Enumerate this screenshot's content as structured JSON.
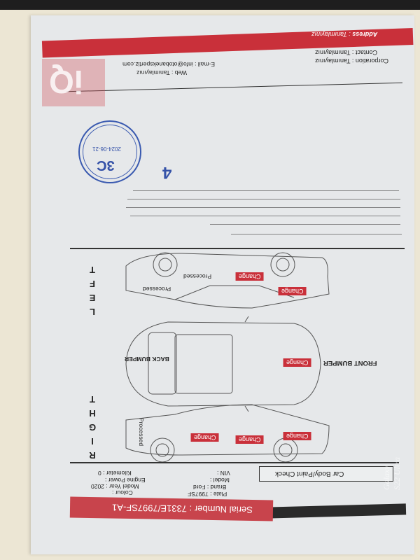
{
  "header": {
    "address_label": "Address",
    "address_value": "Tanımlayınız",
    "corporation_label": "Corporation",
    "corporation_value": "Tanımlayınız",
    "contact_label": "Contact",
    "contact_value": "Tanımlayınız",
    "web_label": "Web",
    "web_value": "Tanımlayınız",
    "email_label": "E-mail",
    "email_value": "info@otobanekspertiz.com",
    "separator": ":"
  },
  "logo": {
    "text": "iQ",
    "color": "#d2505a"
  },
  "stamp": {
    "code": "3C",
    "date": "2024-06-21",
    "number": "4"
  },
  "diagram": {
    "left_label": [
      "L",
      "E",
      "F",
      "T"
    ],
    "right_label": [
      "R",
      "I",
      "G",
      "H",
      "T"
    ],
    "front_bumper": "FRONT BUMPER",
    "back_bumper": "BACK BUMPER",
    "change_label": "Change",
    "processed_label": "Processed"
  },
  "section_title": "Car Body/Paint Check",
  "vehicle": {
    "plate_label": "Plate",
    "plate": "7997SF",
    "brand_label": "Brand",
    "brand": "Ford",
    "model_label": "Model",
    "model": "",
    "vin_label": "VIN",
    "vin": "",
    "colour_label": "Colour",
    "colour": "",
    "model_year_label": "Model Year",
    "model_year": "2020",
    "engine_power_label": "Engine Power",
    "engine_power": "",
    "kilometer_label": "Kilometer",
    "kilometer": "0"
  },
  "serial": {
    "label": "Serial Number :",
    "value": "7331E/7997SF-A1"
  },
  "watermark": "Galaxy S22 Ultra",
  "colors": {
    "accent_red": "#c9303a",
    "stamp_blue": "#3552a8"
  }
}
